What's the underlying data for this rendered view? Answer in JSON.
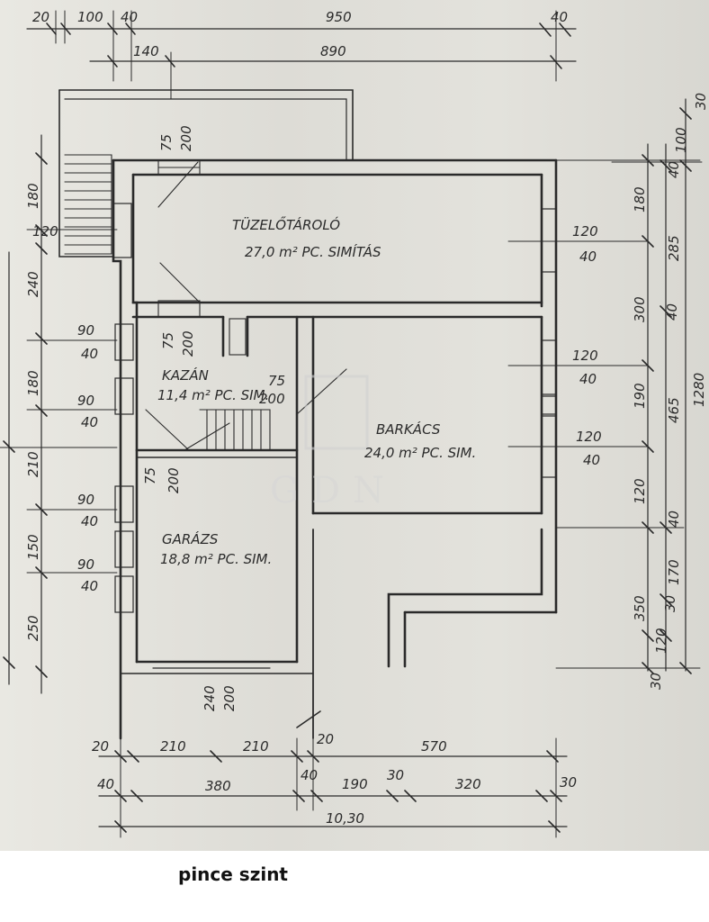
{
  "caption": "pince szint",
  "watermark": "GDN",
  "rooms": {
    "wood_storage": {
      "name": "TÜZELŐTÁROLÓ",
      "area": "27,0 m² PC. SIMÍTÁS"
    },
    "boiler": {
      "name": "KAZÁN",
      "area": "11,4 m² PC. SIM."
    },
    "workshop": {
      "name": "BARKÁCS",
      "area": "24,0 m² PC. SIM."
    },
    "garage": {
      "name": "GARÁZS",
      "area": "18,8 m² PC. SIM."
    }
  },
  "dims_top": {
    "d1": "20",
    "d2": "100",
    "d3": "40",
    "d4": "950",
    "d5": "40",
    "d6": "140",
    "d7": "890"
  },
  "dims_bottom": {
    "row1": [
      "20",
      "210",
      "210",
      "20",
      "570"
    ],
    "row2": [
      "40",
      "380",
      "40",
      "190",
      "30",
      "320",
      "30"
    ],
    "total": "10,30"
  },
  "dims_left": [
    "180",
    "120",
    "240",
    "180",
    "210",
    "150",
    "250"
  ],
  "dims_right": [
    "30",
    "100",
    "40",
    "180",
    "285",
    "300",
    "40",
    "190",
    "465",
    "1280",
    "120",
    "40",
    "170",
    "350",
    "120",
    "30",
    "30"
  ],
  "openings": {
    "o1": {
      "w": "120",
      "h": "40"
    },
    "o2": {
      "w": "120",
      "h": "40"
    },
    "o3": {
      "w": "120",
      "h": "40"
    },
    "o4": {
      "w": "90",
      "h": "40"
    },
    "o5": {
      "w": "90",
      "h": "40"
    },
    "o6": {
      "w": "90",
      "h": "40"
    },
    "o7": {
      "w": "90",
      "h": "40"
    },
    "door1": {
      "w": "75",
      "h": "200"
    },
    "door2": {
      "w": "75",
      "h": "200"
    },
    "door3": {
      "w": "75",
      "h": "200"
    },
    "door4": {
      "w": "75",
      "h": "200"
    },
    "gate": {
      "w": "240",
      "h": "200"
    },
    "left_small": "120"
  }
}
